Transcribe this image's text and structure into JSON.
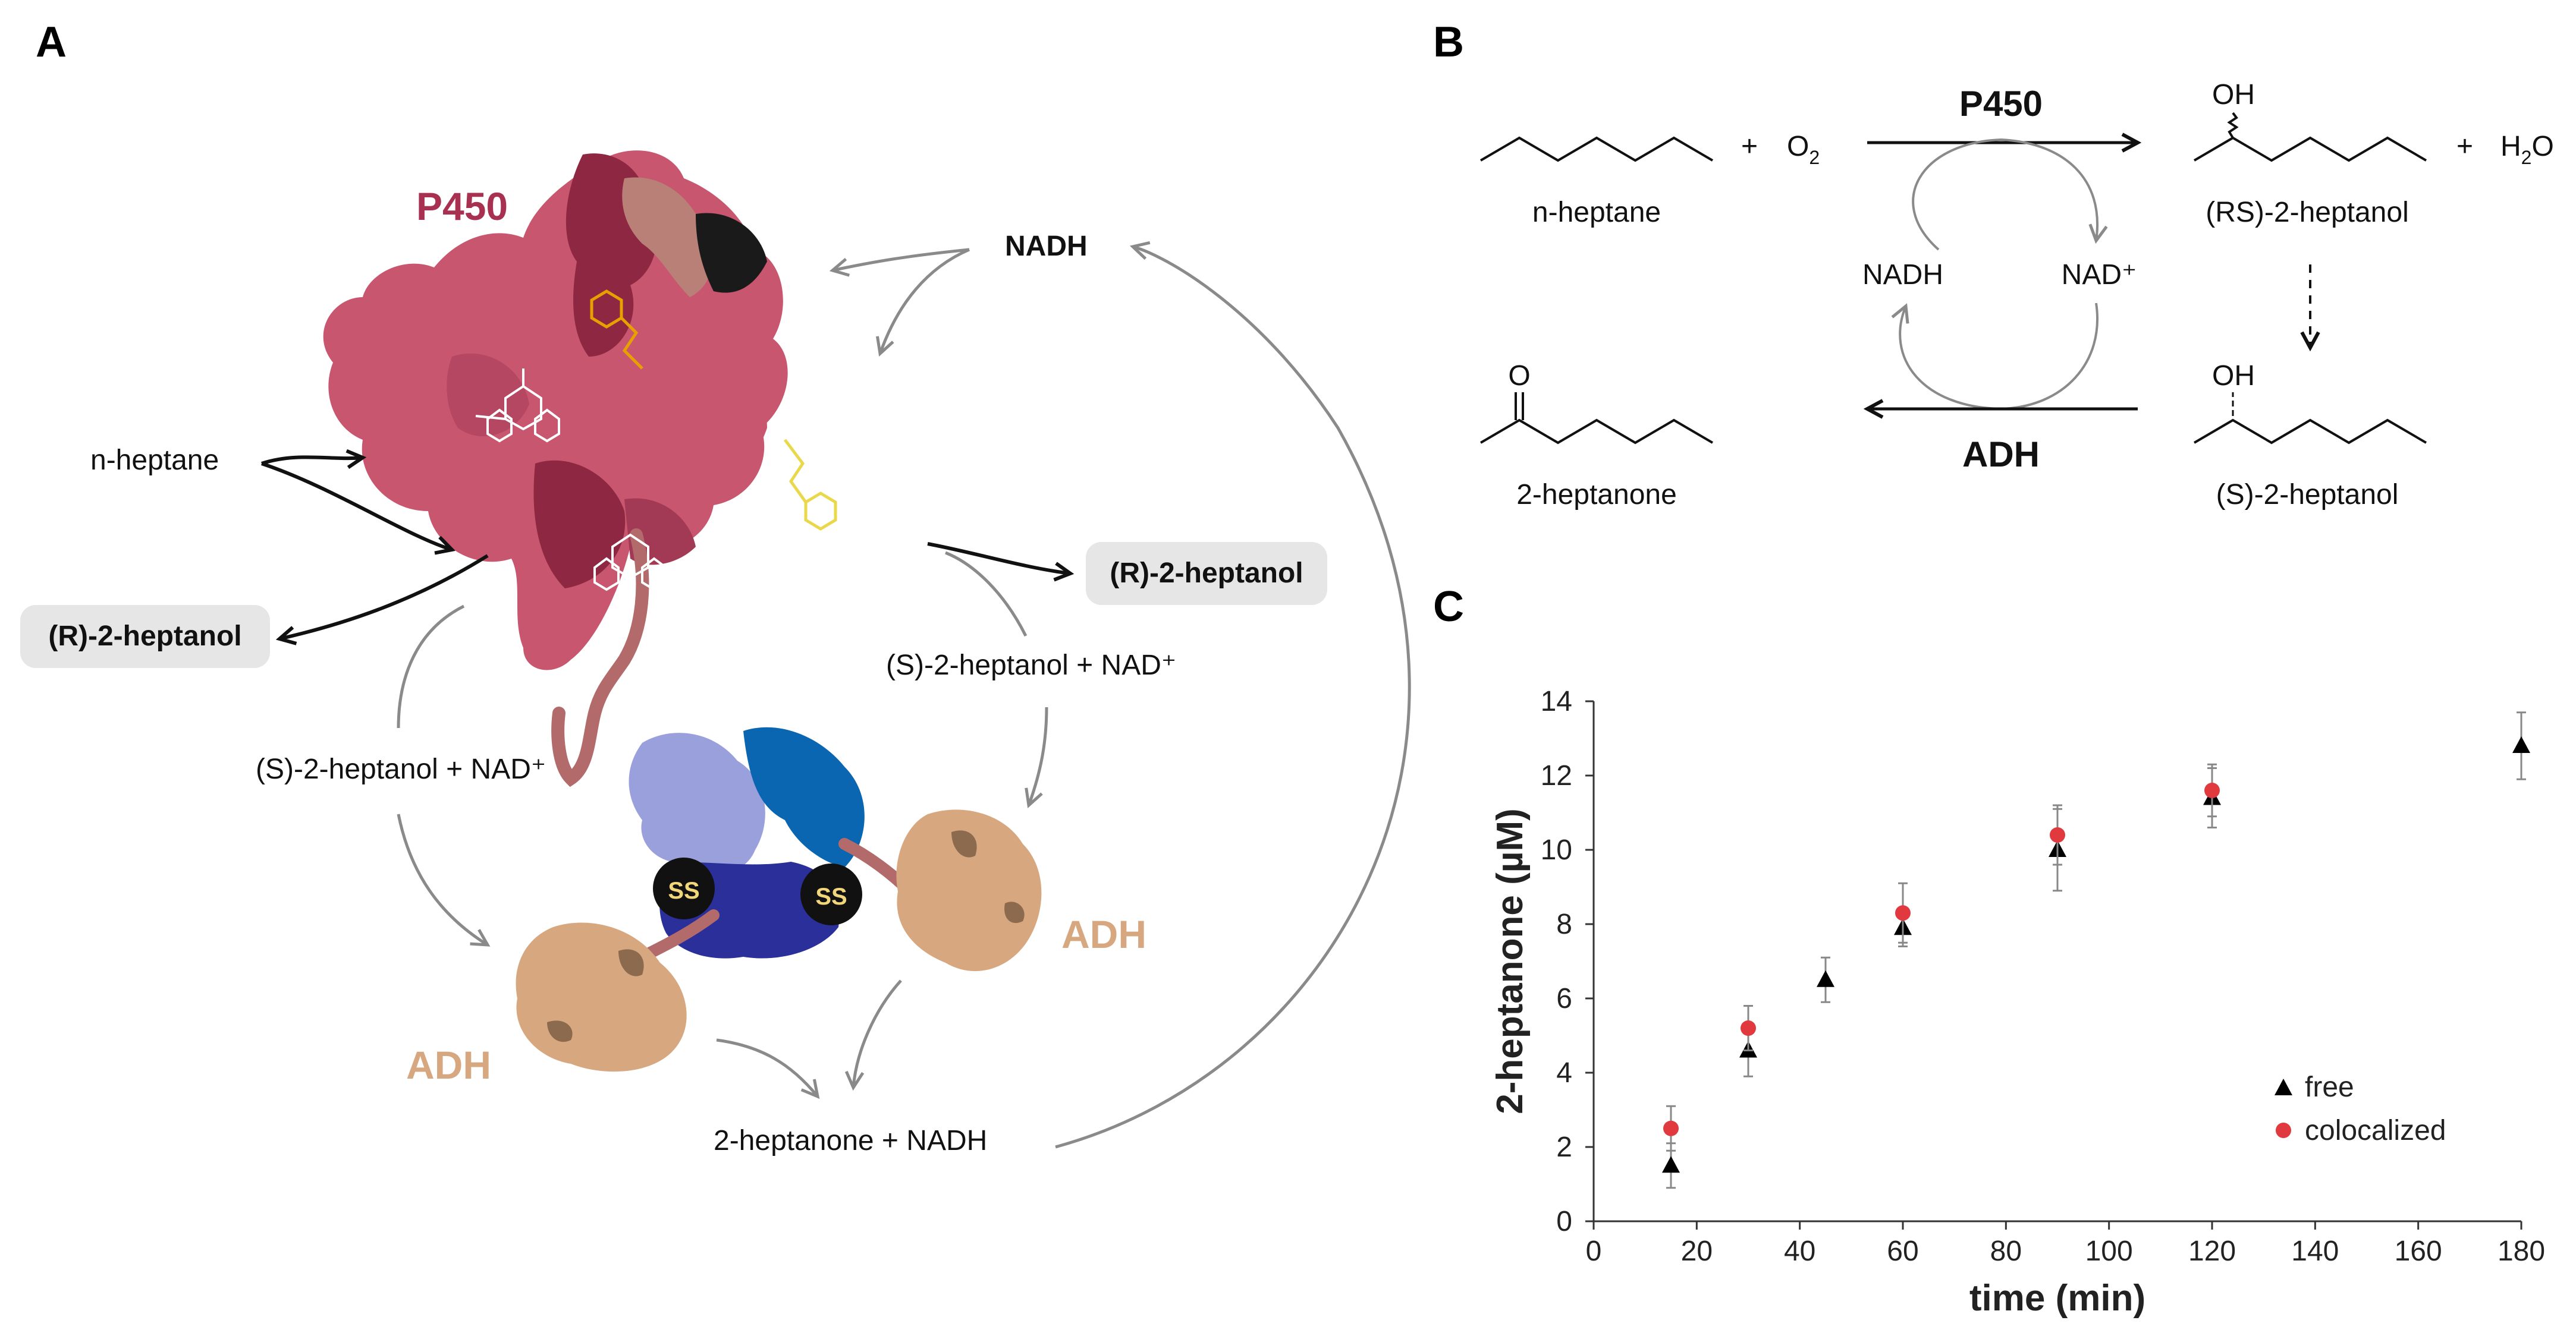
{
  "panels": {
    "a": "A",
    "b": "B",
    "c": "C"
  },
  "panel_a": {
    "p450_label": "P450",
    "nadh_top": "NADH",
    "n_heptane": "n-heptane",
    "product_right": "(R)-2-heptanol",
    "product_left": "(R)-2-heptanol",
    "s_heptanol_right": "(S)-2-heptanol + NAD⁺",
    "s_heptanol_left": "(S)-2-heptanol + NAD⁺",
    "ss_left": "SS",
    "ss_right": "SS",
    "adh_right": "ADH",
    "adh_left": "ADH",
    "bottom_product": "2-heptanone + NADH",
    "colors": {
      "p450": "#a83152",
      "adh": "#d7a880",
      "arrow_gray": "#8a8a8a"
    }
  },
  "panel_b": {
    "p450": "P450",
    "adh": "ADH",
    "plus1": "+",
    "o2": "O",
    "o2_sub": "2",
    "plus2": "+",
    "h2o": "H",
    "h2o_sub": "2",
    "h2o_tail": "O",
    "n_heptane": "n-heptane",
    "rs_heptanol": "(RS)-2-heptanol",
    "s_heptanol": "(S)-2-heptanol",
    "heptanone": "2-heptanone",
    "nadh": "NADH",
    "nad": "NAD⁺",
    "oh": "OH",
    "o": "O"
  },
  "panel_c": {
    "legend": {
      "free": "free",
      "colocalized": "colocalized"
    },
    "colors": {
      "free": "#000000",
      "colocalized": "#e03a3e"
    }
  },
  "chart_data": {
    "type": "scatter",
    "xlabel": "time (min)",
    "ylabel": "2-heptanone (µM)",
    "xlim": [
      0,
      180
    ],
    "ylim": [
      0,
      14
    ],
    "xticks": [
      0,
      20,
      40,
      60,
      80,
      100,
      120,
      140,
      160,
      180
    ],
    "yticks": [
      0,
      2,
      4,
      6,
      8,
      10,
      12,
      14
    ],
    "grid": false,
    "legend_position": "bottom-right",
    "series": [
      {
        "name": "free",
        "marker": "triangle",
        "x": [
          15,
          30,
          45,
          60,
          90,
          120,
          180
        ],
        "y": [
          1.5,
          4.6,
          6.5,
          7.9,
          10.0,
          11.4,
          12.8
        ],
        "err": [
          0.6,
          0.7,
          0.6,
          0.5,
          1.1,
          0.8,
          0.9
        ]
      },
      {
        "name": "colocalized",
        "marker": "circle",
        "x": [
          15,
          30,
          60,
          90,
          120
        ],
        "y": [
          2.5,
          5.2,
          8.3,
          10.4,
          11.6
        ],
        "err": [
          0.6,
          0.6,
          0.8,
          0.8,
          0.7
        ]
      }
    ]
  }
}
